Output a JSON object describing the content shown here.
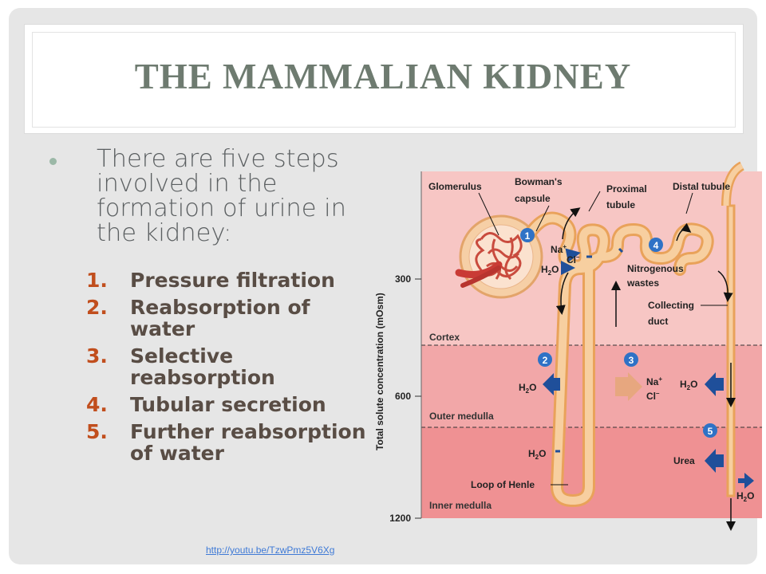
{
  "title": "THE MAMMALIAN KIDNEY",
  "bullet": "There are five steps involved in the formation of urine in the kidney:",
  "steps": [
    {
      "num": "1.",
      "text": "Pressure filtration"
    },
    {
      "num": "2.",
      "text": "Reabsorption of water"
    },
    {
      "num": "3.",
      "text": "Selective reabsorption"
    },
    {
      "num": "4.",
      "text": "Tubular secretion"
    },
    {
      "num": "5.",
      "text": "Further reabsorption of water"
    }
  ],
  "link": "http://youtu.be/TzwPmz5V6Xg",
  "diagram": {
    "yaxis_label": "Total solute concentration (mOsm)",
    "ticks": [
      "300",
      "600",
      "1200"
    ],
    "zones": [
      "Cortex",
      "Outer medulla",
      "Inner medulla"
    ],
    "labels": {
      "glomerulus": "Glomerulus",
      "bowmans1": "Bowman's",
      "bowmans2": "capsule",
      "proximal1": "Proximal",
      "proximal2": "tubule",
      "distal": "Distal tubule",
      "nitro1": "Nitrogenous",
      "nitro2": "wastes",
      "collecting1": "Collecting",
      "collecting2": "duct",
      "loop": "Loop of Henle",
      "urea": "Urea"
    },
    "step_badges": [
      "1",
      "2",
      "3",
      "4",
      "5"
    ],
    "ions": {
      "na": "Na",
      "cl": "Cl",
      "plus": "+",
      "minus": "–",
      "water_h": "H",
      "water_2": "2",
      "water_o": "O"
    }
  }
}
